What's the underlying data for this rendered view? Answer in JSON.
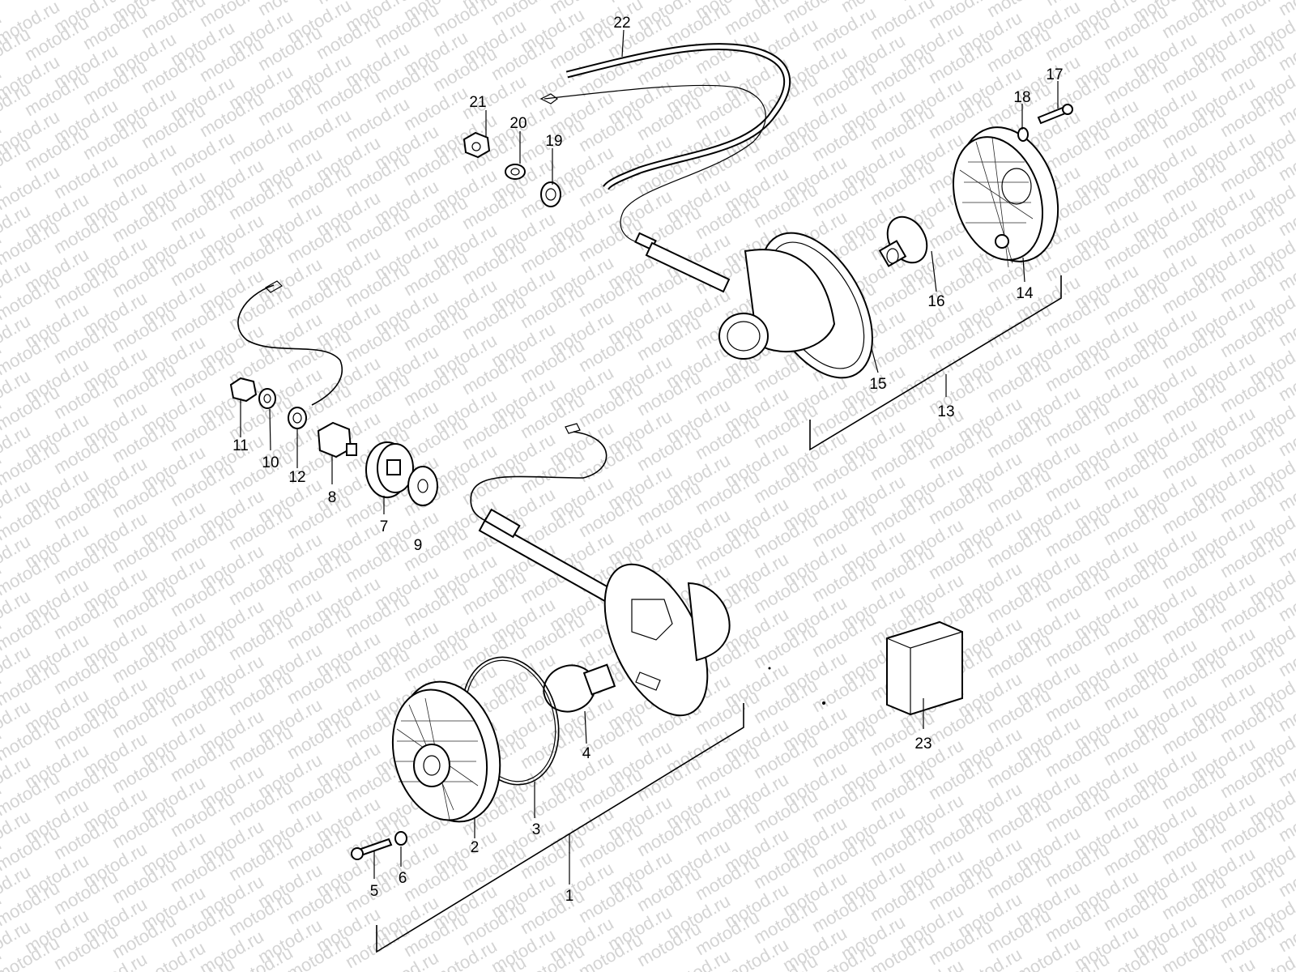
{
  "watermark": "motod.ru",
  "callouts": {
    "c1": "1",
    "c2": "2",
    "c3": "3",
    "c4": "4",
    "c5": "5",
    "c6": "6",
    "c7": "7",
    "c8": "8",
    "c9": "9",
    "c10": "10",
    "c11": "11",
    "c12": "12",
    "c13": "13",
    "c14": "14",
    "c15": "15",
    "c16": "16",
    "c17": "17",
    "c18": "18",
    "c19": "19",
    "c20": "20",
    "c21": "21",
    "c22": "22",
    "c23": "23"
  }
}
